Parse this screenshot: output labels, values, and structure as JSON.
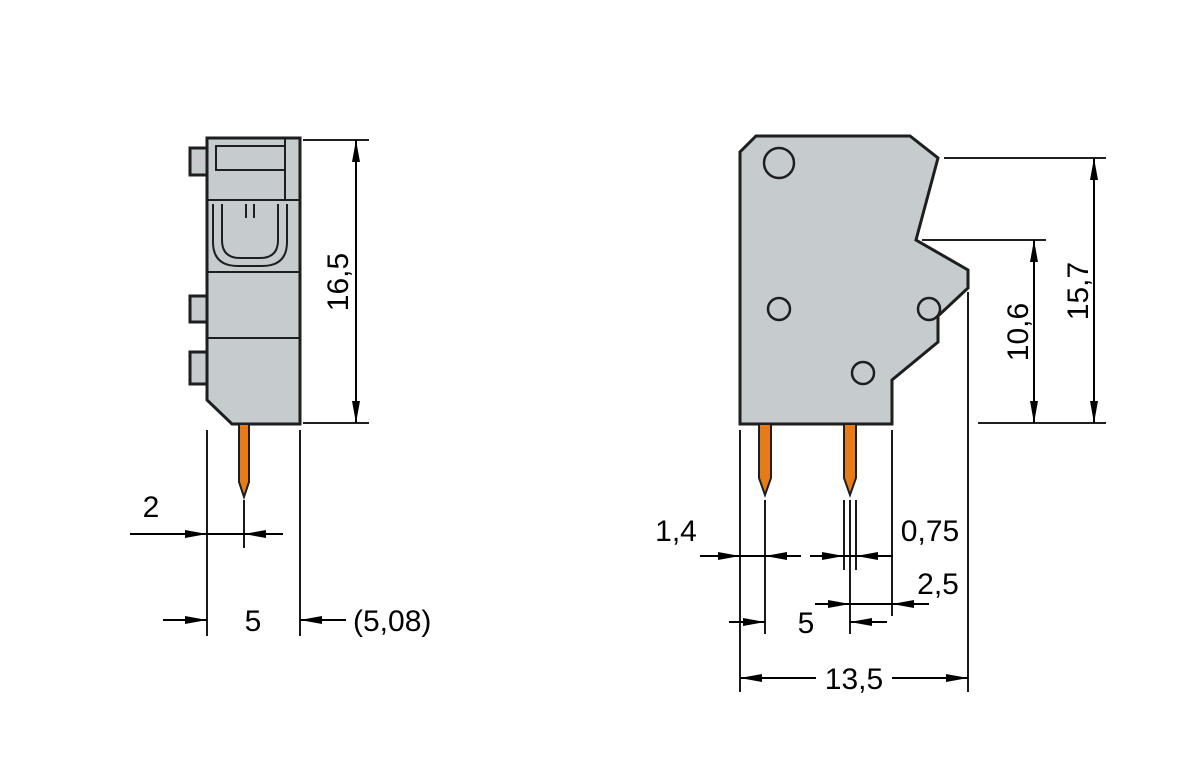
{
  "drawing": {
    "colors": {
      "background": "#ffffff",
      "body_fill": "#c6cbce",
      "outline": "#1c1e1f",
      "pin_fill": "#e67c17",
      "dimension": "#000000"
    },
    "left_view": {
      "dims": {
        "height": "16,5",
        "edge_to_pin": "2",
        "width": "5",
        "width_alt": "(5,08)"
      }
    },
    "right_view": {
      "dims": {
        "edge_to_pin1": "1,4",
        "pin_width": "0,75",
        "pin_pitch": "5",
        "pin_to_edge": "2,5",
        "overall_width": "13,5",
        "inner_height": "10,6",
        "overall_height": "15,7"
      }
    }
  }
}
